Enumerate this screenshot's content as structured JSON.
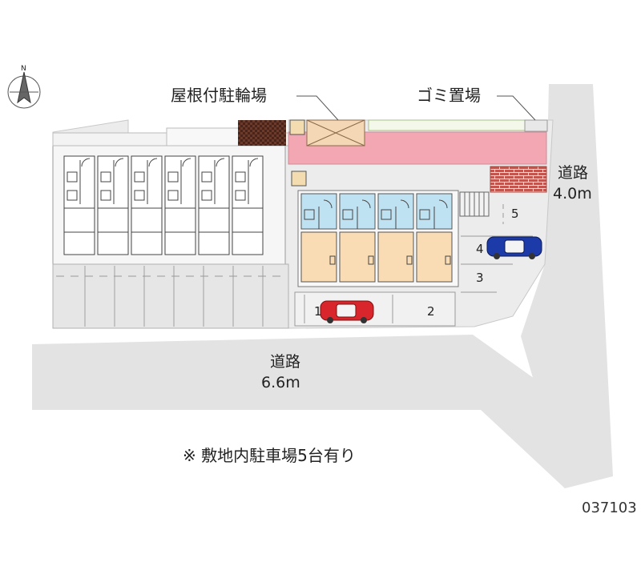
{
  "labels": {
    "bicycle_parking": "屋根付駐輪場",
    "garbage": "ゴミ置場",
    "road_side_name": "道路",
    "road_side_width": "4.0m",
    "road_main_name": "道路",
    "road_main_width": "6.6m",
    "note": "※ 敷地内駐車場5台有り",
    "map_code": "037103"
  },
  "parking_spaces": [
    "1",
    "2",
    "3",
    "4",
    "5"
  ],
  "colors": {
    "road": "#e3e3e3",
    "building": "#f6f6f6",
    "unit_blue": "#bfe2f3",
    "unit_orange": "#f9dcb4",
    "pink_strip": "#f2a7b3",
    "brick": "#c2564e",
    "car_red": "#d9262c",
    "car_blue": "#1c3aa8",
    "bike_shed": "#5a2f22"
  },
  "icons": [
    "compass-icon",
    "red-car-icon",
    "blue-car-icon"
  ]
}
